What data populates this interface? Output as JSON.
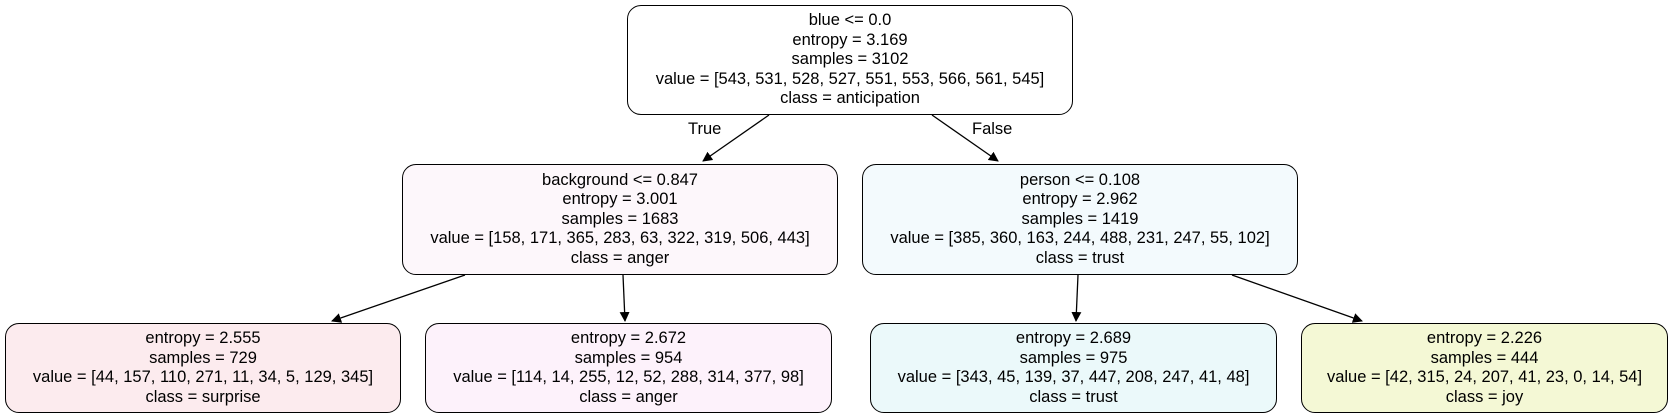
{
  "nodes": {
    "root": {
      "split": "blue <= 0.0",
      "entropy": "entropy = 3.169",
      "samples": "samples = 3102",
      "value": "value = [543, 531, 528, 527, 551, 553, 566, 561, 545]",
      "class": "class = anticipation",
      "fill": "#ffffff"
    },
    "left": {
      "split": "background <= 0.847",
      "entropy": "entropy = 3.001",
      "samples": "samples = 1683",
      "value": "value = [158, 171, 365, 283, 63, 322, 319, 506, 443]",
      "class": "class = anger",
      "fill": "#fdf7fb"
    },
    "right": {
      "split": "person <= 0.108",
      "entropy": "entropy = 2.962",
      "samples": "samples = 1419",
      "value": "value = [385, 360, 163, 244, 488, 231, 247, 55, 102]",
      "class": "class = trust",
      "fill": "#f3fafd"
    },
    "leaf1": {
      "entropy": "entropy = 2.555",
      "samples": "samples = 729",
      "value": "value = [44, 157, 110, 271, 11, 34, 5, 129, 345]",
      "class": "class = surprise",
      "fill": "#fcebee"
    },
    "leaf2": {
      "entropy": "entropy = 2.672",
      "samples": "samples = 954",
      "value": "value = [114, 14, 255, 12, 52, 288, 314, 377, 98]",
      "class": "class = anger",
      "fill": "#fdf2fb"
    },
    "leaf3": {
      "entropy": "entropy = 2.689",
      "samples": "samples = 975",
      "value": "value = [343, 45, 139, 37, 447, 208, 247, 41, 48]",
      "class": "class = trust",
      "fill": "#ebf9fa"
    },
    "leaf4": {
      "entropy": "entropy = 2.226",
      "samples": "samples = 444",
      "value": "value = [42, 315, 24, 207, 41, 23, 0, 14, 54]",
      "class": "class = joy",
      "fill": "#f4f8d5"
    }
  },
  "edge_labels": {
    "true": "True",
    "false": "False"
  }
}
